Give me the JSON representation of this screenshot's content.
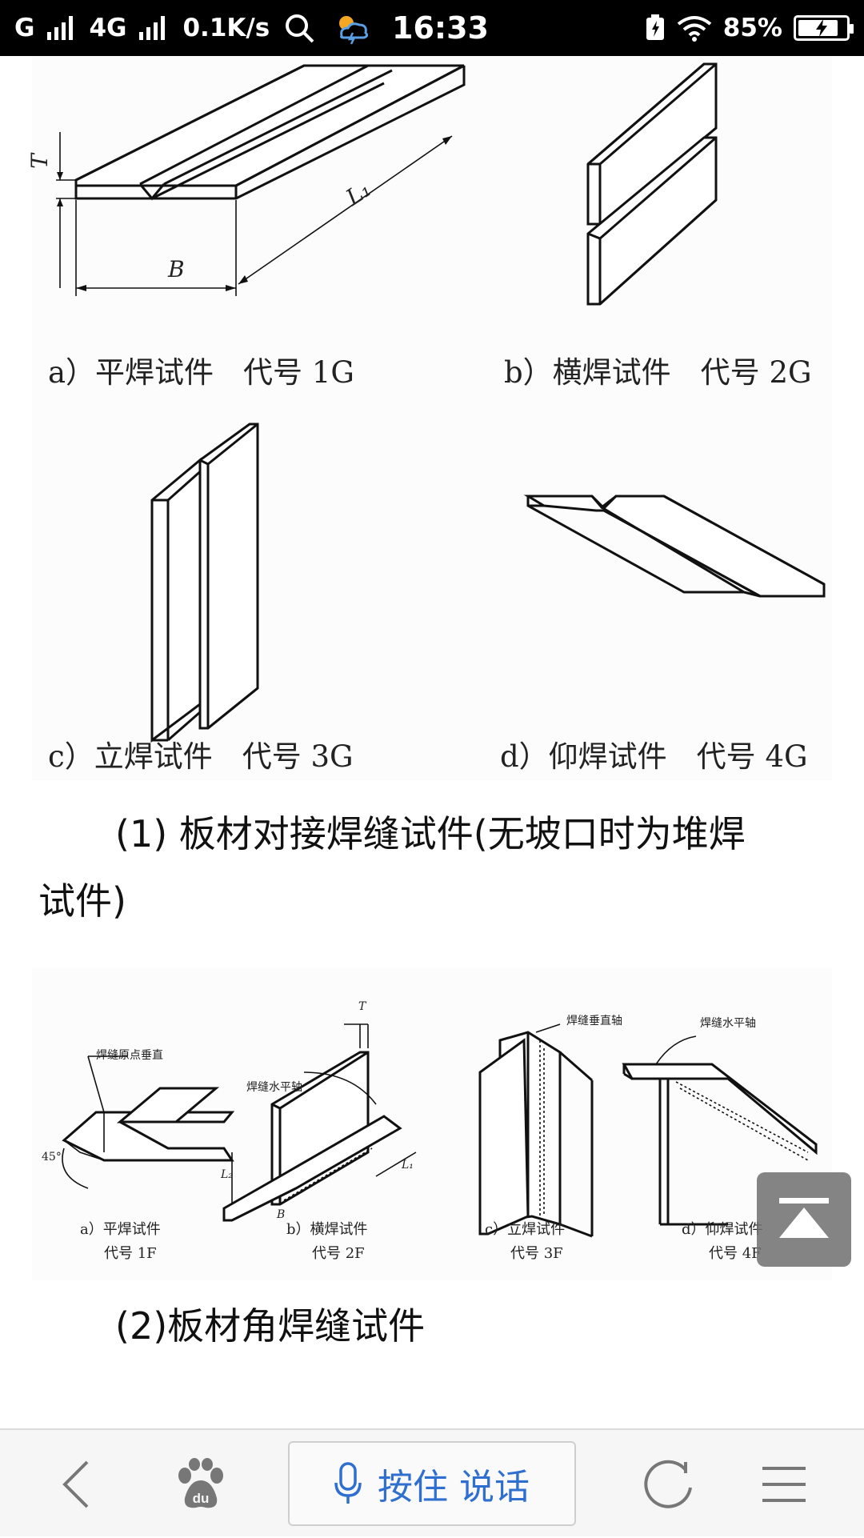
{
  "status_bar": {
    "carrier_1": "G",
    "carrier_2": "4G",
    "net_speed": "0.1K/s",
    "time": "16:33",
    "battery": "85%",
    "battery_level": 0.85
  },
  "figure1": {
    "labels": {
      "a": "a）平焊试件　代号 1G",
      "b": "b）横焊试件　代号 2G",
      "c": "c）立焊试件　代号 3G",
      "d": "d）仰焊试件　代号 4G"
    },
    "dims": {
      "T": "T",
      "B": "B",
      "L": "L₁"
    }
  },
  "caption1": {
    "line1": "(1) 板材对接焊缝试件(无坡口时为堆焊",
    "line2": "试件)"
  },
  "figure2": {
    "notes": {
      "n1": "焊缝原点垂直",
      "n2": "焊缝水平轴",
      "n3": "焊缝垂直轴",
      "n4": "焊缝水平轴",
      "angle": "45°",
      "T": "T",
      "B": "B",
      "L": "L₁",
      "L2": "L₂"
    },
    "labels": {
      "a1": "a）平焊试件",
      "a2": "代号  1F",
      "b1": "b）横焊试件",
      "b2": "代号  2F",
      "c1": "c）立焊试件",
      "c2": "代号  3F",
      "d1": "d）仰焊试件",
      "d2": "代号  4F"
    }
  },
  "caption2": {
    "text": "(2)板材角焊缝试件"
  },
  "bottom_nav": {
    "voice_label": "按住 说话"
  }
}
